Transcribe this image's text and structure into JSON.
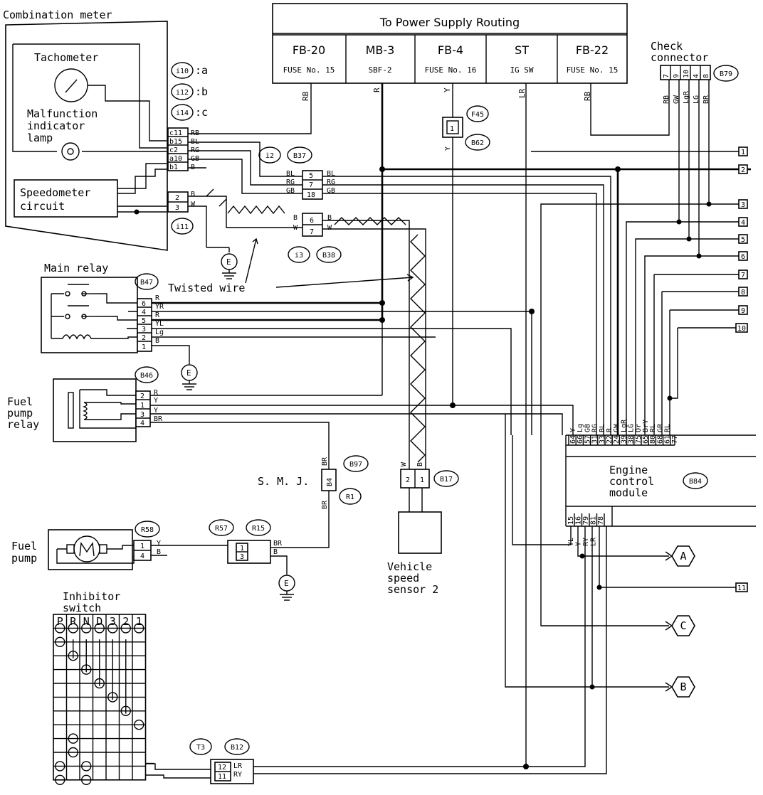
{
  "labels": {
    "combination_meter": "Combination meter",
    "tachometer": "Tachometer",
    "mil_1": "Malfunction",
    "mil_2": "indicator",
    "mil_3": "lamp",
    "speedometer_1": "Speedometer",
    "speedometer_2": "circuit",
    "main_relay": "Main relay",
    "twisted_wire": "Twisted wire",
    "fuel_pump_relay_1": "Fuel",
    "fuel_pump_relay_2": "pump",
    "fuel_pump_relay_3": "relay",
    "smj": "S. M. J.",
    "fuel_pump_1": "Fuel",
    "fuel_pump_2": "pump",
    "vss_1": "Vehicle",
    "vss_2": "speed",
    "vss_3": "sensor 2",
    "ecm_1": "Engine",
    "ecm_2": "control",
    "ecm_3": "module",
    "check_connector_1": "Check",
    "check_connector_2": "connector",
    "inhibitor_1": "Inhibitor",
    "inhibitor_2": "switch"
  },
  "power_supply": {
    "title": "To Power Supply Routing",
    "columns": [
      {
        "name": "FB-20",
        "sub": "FUSE No. 15",
        "wire": "RB"
      },
      {
        "name": "MB-3",
        "sub": "SBF-2",
        "wire": "R"
      },
      {
        "name": "FB-4",
        "sub": "FUSE No. 16",
        "wire": "Y"
      },
      {
        "name": "ST",
        "sub": "IG SW",
        "wire": "LR"
      },
      {
        "name": "FB-22",
        "sub": "FUSE No. 15",
        "wire": "RB"
      }
    ]
  },
  "connectors": {
    "i10": "i10",
    "i10_suffix": ":a",
    "i12": "i12",
    "i12_suffix": ":b",
    "i14": "i14",
    "i14_suffix": ":c",
    "i11": "i11",
    "i2": "i2",
    "i3": "i3",
    "B37": "B37",
    "B38": "B38",
    "B47": "B47",
    "B46": "B46",
    "B97": "B97",
    "R1": "R1",
    "R58": "R58",
    "R57": "R57",
    "R15": "R15",
    "B17": "B17",
    "F45": "F45",
    "B62": "B62",
    "B79": "B79",
    "B84": "B84",
    "T3": "T3",
    "B12": "B12",
    "E": "E"
  },
  "meter_pins": [
    {
      "pin": "c11",
      "wire": "RB"
    },
    {
      "pin": "b15",
      "wire": "BL"
    },
    {
      "pin": "c2",
      "wire": "RG"
    },
    {
      "pin": "a10",
      "wire": "GB"
    },
    {
      "pin": "b1",
      "wire": "B"
    }
  ],
  "i11_pins": [
    {
      "pin": "2",
      "wire": "B"
    },
    {
      "pin": "3",
      "wire": "W"
    }
  ],
  "b37_pins": [
    {
      "pin": "5",
      "left": "BL",
      "right": "BL"
    },
    {
      "pin": "7",
      "left": "RG",
      "right": "RG"
    },
    {
      "pin": "18",
      "left": "GB",
      "right": "GB"
    }
  ],
  "b38_pins": [
    {
      "pin": "6",
      "left": "B",
      "right": "B"
    },
    {
      "pin": "7",
      "left": "W",
      "right": "W"
    }
  ],
  "main_relay_pins": [
    {
      "pin": "6",
      "wire": "R"
    },
    {
      "pin": "4",
      "wire": "YR"
    },
    {
      "pin": "5",
      "wire": "R"
    },
    {
      "pin": "3",
      "wire": "YL"
    },
    {
      "pin": "2",
      "wire": "Lg"
    },
    {
      "pin": "1",
      "wire": "B"
    }
  ],
  "fuel_pump_relay_pins": [
    {
      "pin": "2",
      "wire": "R"
    },
    {
      "pin": "1",
      "wire": "Y"
    },
    {
      "pin": "3",
      "wire": "Y"
    },
    {
      "pin": "4",
      "wire": "BR"
    }
  ],
  "smj": {
    "pin": "B4",
    "top": "BR",
    "bottom": "BR"
  },
  "fuel_pump_pins": [
    {
      "pin": "1",
      "wire": "Y"
    },
    {
      "pin": "4",
      "wire": "B"
    }
  ],
  "r57_pins": [
    {
      "pin": "1",
      "wire": "BR"
    },
    {
      "pin": "3",
      "wire": "B"
    }
  ],
  "vss_pins": [
    {
      "pin": "2",
      "wire": "W"
    },
    {
      "pin": "1",
      "wire": "B"
    }
  ],
  "f45": {
    "pin": "1",
    "wire": "Y"
  },
  "check_connector": {
    "pins": [
      "7",
      "9",
      "10",
      "4",
      "8"
    ],
    "wires": [
      "RB",
      "GW",
      "LgR",
      "LG",
      "BR"
    ]
  },
  "ecm_top_pins": [
    "64",
    "66",
    "57",
    "31",
    "33",
    "22",
    "24",
    "39",
    "38",
    "75",
    "65",
    "80",
    "68",
    "61",
    "77"
  ],
  "ecm_top_wires": [
    "Y",
    "Lg",
    "GB",
    "RG",
    "BL",
    "R",
    "GW",
    "LgR",
    "LG",
    "Or",
    "BrY",
    "RL",
    "GR",
    "RL",
    ""
  ],
  "ecm_bottom_pins": [
    "15",
    "16",
    "79",
    "81",
    "78"
  ],
  "ecm_bottom_wires": [
    "YL",
    "Y",
    "RY",
    "LR",
    ""
  ],
  "t3_pins": [
    {
      "pin": "12",
      "wire": "LR"
    },
    {
      "pin": "11",
      "wire": "RY"
    }
  ],
  "right_terminals": [
    "1",
    "2",
    "3",
    "4",
    "5",
    "6",
    "7",
    "8",
    "9",
    "10",
    "11"
  ],
  "ref_points": [
    "A",
    "C",
    "B"
  ],
  "inhibitor": {
    "positions": [
      "P",
      "R",
      "N",
      "D",
      "3",
      "2",
      "1"
    ]
  }
}
